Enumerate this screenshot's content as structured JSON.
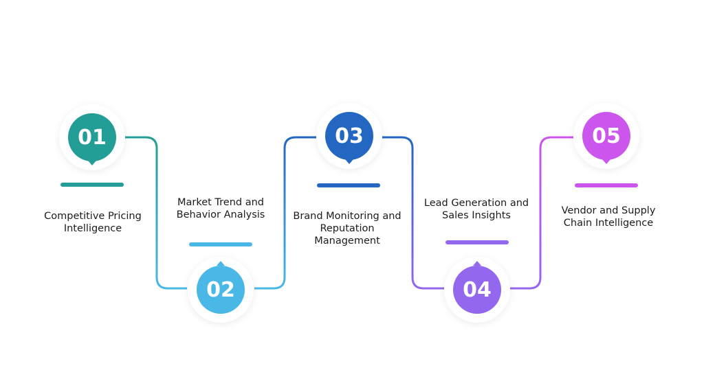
{
  "diagram": {
    "steps": [
      {
        "number": "01",
        "label": "Competitive Pricing Intelligence",
        "color": "#229e96"
      },
      {
        "number": "02",
        "label": "Market Trend and Behavior Analysis",
        "color": "#4ab8e6"
      },
      {
        "number": "03",
        "label": "Brand Monitoring and Reputation Management",
        "color": "#2367c2"
      },
      {
        "number": "04",
        "label": "Lead Generation and Sales Insights",
        "color": "#9467ef"
      },
      {
        "number": "05",
        "label": "Vendor and Supply Chain Intelligence",
        "color": "#cc55ee"
      }
    ]
  }
}
